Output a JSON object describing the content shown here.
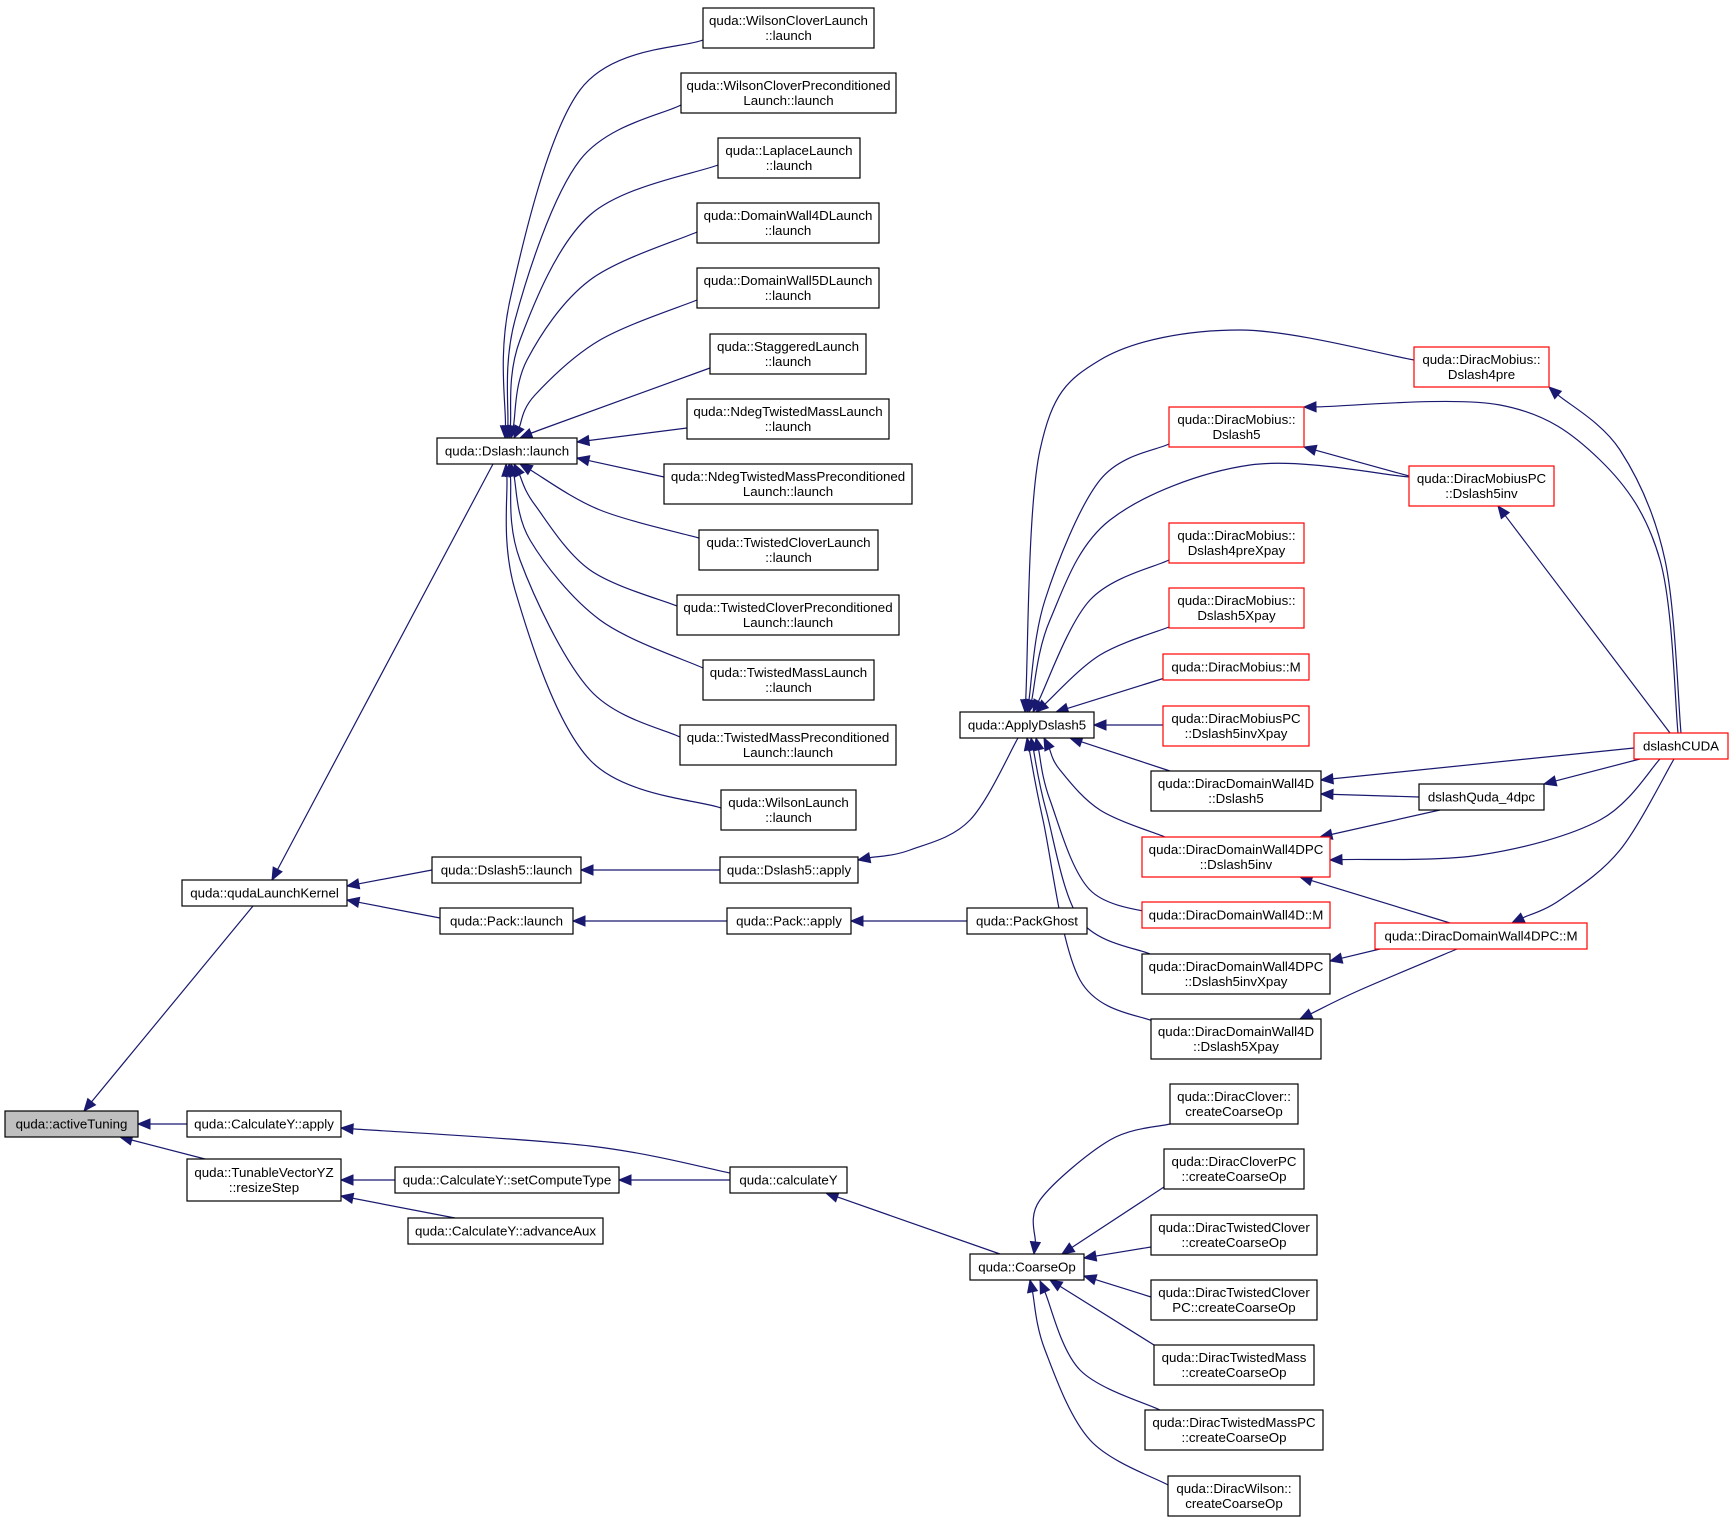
{
  "graph": {
    "colors": {
      "edge": "#191970",
      "node_border": "#000000",
      "truncated_border": "#ff0000",
      "selected_fill": "#bfbfbf",
      "background": "#ffffff"
    },
    "nodes": [
      {
        "id": "activeTuning",
        "lines": [
          "quda::activeTuning"
        ],
        "style": "selected"
      },
      {
        "id": "qudaLaunchKernel",
        "lines": [
          "quda::qudaLaunchKernel"
        ],
        "style": "normal"
      },
      {
        "id": "calcYapply",
        "lines": [
          "quda::CalculateY::apply"
        ],
        "style": "normal"
      },
      {
        "id": "resizeStep",
        "lines": [
          "quda::TunableVectorYZ",
          "::resizeStep"
        ],
        "style": "normal"
      },
      {
        "id": "dslashLaunch",
        "lines": [
          "quda::Dslash::launch"
        ],
        "style": "normal"
      },
      {
        "id": "dslash5Launch",
        "lines": [
          "quda::Dslash5::launch"
        ],
        "style": "normal"
      },
      {
        "id": "packLaunch",
        "lines": [
          "quda::Pack::launch"
        ],
        "style": "normal"
      },
      {
        "id": "setComputeType",
        "lines": [
          "quda::CalculateY::setComputeType"
        ],
        "style": "normal"
      },
      {
        "id": "advanceAux",
        "lines": [
          "quda::CalculateY::advanceAux"
        ],
        "style": "normal"
      },
      {
        "id": "wcLaunch",
        "lines": [
          "quda::WilsonCloverLaunch",
          "::launch"
        ],
        "style": "normal"
      },
      {
        "id": "wcpLaunch",
        "lines": [
          "quda::WilsonCloverPreconditioned",
          "Launch::launch"
        ],
        "style": "normal"
      },
      {
        "id": "lapLaunch",
        "lines": [
          "quda::LaplaceLaunch",
          "::launch"
        ],
        "style": "normal"
      },
      {
        "id": "dw4Launch",
        "lines": [
          "quda::DomainWall4DLaunch",
          "::launch"
        ],
        "style": "normal"
      },
      {
        "id": "dw5Launch",
        "lines": [
          "quda::DomainWall5DLaunch",
          "::launch"
        ],
        "style": "normal"
      },
      {
        "id": "stagLaunch",
        "lines": [
          "quda::StaggeredLaunch",
          "::launch"
        ],
        "style": "normal"
      },
      {
        "id": "ndegLaunch",
        "lines": [
          "quda::NdegTwistedMassLaunch",
          "::launch"
        ],
        "style": "normal"
      },
      {
        "id": "ndegpLaunch",
        "lines": [
          "quda::NdegTwistedMassPreconditioned",
          "Launch::launch"
        ],
        "style": "normal"
      },
      {
        "id": "tcLaunch",
        "lines": [
          "quda::TwistedCloverLaunch",
          "::launch"
        ],
        "style": "normal"
      },
      {
        "id": "tcpLaunch",
        "lines": [
          "quda::TwistedCloverPreconditioned",
          "Launch::launch"
        ],
        "style": "normal"
      },
      {
        "id": "tmLaunch",
        "lines": [
          "quda::TwistedMassLaunch",
          "::launch"
        ],
        "style": "normal"
      },
      {
        "id": "tmpLaunch",
        "lines": [
          "quda::TwistedMassPreconditioned",
          "Launch::launch"
        ],
        "style": "normal"
      },
      {
        "id": "wLaunch",
        "lines": [
          "quda::WilsonLaunch",
          "::launch"
        ],
        "style": "normal"
      },
      {
        "id": "dslash5apply",
        "lines": [
          "quda::Dslash5::apply"
        ],
        "style": "normal"
      },
      {
        "id": "packApply",
        "lines": [
          "quda::Pack::apply"
        ],
        "style": "normal"
      },
      {
        "id": "packGhost",
        "lines": [
          "quda::PackGhost"
        ],
        "style": "normal"
      },
      {
        "id": "calculateY",
        "lines": [
          "quda::calculateY"
        ],
        "style": "normal"
      },
      {
        "id": "applyDslash5",
        "lines": [
          "quda::ApplyDslash5"
        ],
        "style": "normal"
      },
      {
        "id": "coarseOp",
        "lines": [
          "quda::CoarseOp"
        ],
        "style": "normal"
      },
      {
        "id": "mobDslash5",
        "lines": [
          "quda::DiracMobius::",
          "Dslash5"
        ],
        "style": "truncated"
      },
      {
        "id": "mobDslash4preXpay",
        "lines": [
          "quda::DiracMobius::",
          "Dslash4preXpay"
        ],
        "style": "truncated"
      },
      {
        "id": "mobDslash5Xpay",
        "lines": [
          "quda::DiracMobius::",
          "Dslash5Xpay"
        ],
        "style": "truncated"
      },
      {
        "id": "mobM",
        "lines": [
          "quda::DiracMobius::M"
        ],
        "style": "truncated"
      },
      {
        "id": "mobpcDslash5invXpay",
        "lines": [
          "quda::DiracMobiusPC",
          "::Dslash5invXpay"
        ],
        "style": "truncated"
      },
      {
        "id": "dw4dDslash5",
        "lines": [
          "quda::DiracDomainWall4D",
          "::Dslash5"
        ],
        "style": "normal"
      },
      {
        "id": "dw4dpcDslash5inv",
        "lines": [
          "quda::DiracDomainWall4DPC",
          "::Dslash5inv"
        ],
        "style": "truncated"
      },
      {
        "id": "dw4dM",
        "lines": [
          "quda::DiracDomainWall4D::M"
        ],
        "style": "truncated"
      },
      {
        "id": "dw4dpcDslash5invXpay",
        "lines": [
          "quda::DiracDomainWall4DPC",
          "::Dslash5invXpay"
        ],
        "style": "normal"
      },
      {
        "id": "dw4dDslash5Xpay",
        "lines": [
          "quda::DiracDomainWall4D",
          "::Dslash5Xpay"
        ],
        "style": "normal"
      },
      {
        "id": "mobDslash4pre",
        "lines": [
          "quda::DiracMobius::",
          "Dslash4pre"
        ],
        "style": "truncated"
      },
      {
        "id": "mobpcDslash5inv",
        "lines": [
          "quda::DiracMobiusPC",
          "::Dslash5inv"
        ],
        "style": "truncated"
      },
      {
        "id": "dslashCUDA",
        "lines": [
          "dslashCUDA"
        ],
        "style": "truncated"
      },
      {
        "id": "dslashQuda4dpc",
        "lines": [
          "dslashQuda_4dpc"
        ],
        "style": "normal"
      },
      {
        "id": "dw4dpcM",
        "lines": [
          "quda::DiracDomainWall4DPC::M"
        ],
        "style": "truncated"
      },
      {
        "id": "cloverCreate",
        "lines": [
          "quda::DiracClover::",
          "createCoarseOp"
        ],
        "style": "normal"
      },
      {
        "id": "cloverPCCreate",
        "lines": [
          "quda::DiracCloverPC",
          "::createCoarseOp"
        ],
        "style": "normal"
      },
      {
        "id": "tcCreate",
        "lines": [
          "quda::DiracTwistedClover",
          "::createCoarseOp"
        ],
        "style": "normal"
      },
      {
        "id": "tcPCCreate",
        "lines": [
          "quda::DiracTwistedClover",
          "PC::createCoarseOp"
        ],
        "style": "normal"
      },
      {
        "id": "tmCreate",
        "lines": [
          "quda::DiracTwistedMass",
          "::createCoarseOp"
        ],
        "style": "normal"
      },
      {
        "id": "tmPCCreate",
        "lines": [
          "quda::DiracTwistedMassPC",
          "::createCoarseOp"
        ],
        "style": "normal"
      },
      {
        "id": "wilsonCreate",
        "lines": [
          "quda::DiracWilson::",
          "createCoarseOp"
        ],
        "style": "normal"
      }
    ],
    "edges": [
      [
        "qudaLaunchKernel",
        "activeTuning"
      ],
      [
        "calcYapply",
        "activeTuning"
      ],
      [
        "resizeStep",
        "activeTuning"
      ],
      [
        "dslashLaunch",
        "qudaLaunchKernel"
      ],
      [
        "dslash5Launch",
        "qudaLaunchKernel"
      ],
      [
        "packLaunch",
        "qudaLaunchKernel"
      ],
      [
        "calculateY",
        "calcYapply"
      ],
      [
        "setComputeType",
        "resizeStep"
      ],
      [
        "advanceAux",
        "resizeStep"
      ],
      [
        "wcLaunch",
        "dslashLaunch"
      ],
      [
        "wcpLaunch",
        "dslashLaunch"
      ],
      [
        "lapLaunch",
        "dslashLaunch"
      ],
      [
        "dw4Launch",
        "dslashLaunch"
      ],
      [
        "dw5Launch",
        "dslashLaunch"
      ],
      [
        "stagLaunch",
        "dslashLaunch"
      ],
      [
        "ndegLaunch",
        "dslashLaunch"
      ],
      [
        "ndegpLaunch",
        "dslashLaunch"
      ],
      [
        "tcLaunch",
        "dslashLaunch"
      ],
      [
        "tcpLaunch",
        "dslashLaunch"
      ],
      [
        "tmLaunch",
        "dslashLaunch"
      ],
      [
        "tmpLaunch",
        "dslashLaunch"
      ],
      [
        "wLaunch",
        "dslashLaunch"
      ],
      [
        "dslash5apply",
        "dslash5Launch"
      ],
      [
        "packApply",
        "packLaunch"
      ],
      [
        "packGhost",
        "packApply"
      ],
      [
        "calculateY",
        "setComputeType"
      ],
      [
        "applyDslash5",
        "dslash5apply"
      ],
      [
        "coarseOp",
        "calculateY"
      ],
      [
        "mobDslash4pre",
        "applyDslash5"
      ],
      [
        "mobDslash5",
        "applyDslash5"
      ],
      [
        "mobpcDslash5inv",
        "applyDslash5"
      ],
      [
        "mobDslash4preXpay",
        "applyDslash5"
      ],
      [
        "mobDslash5Xpay",
        "applyDslash5"
      ],
      [
        "mobM",
        "applyDslash5"
      ],
      [
        "mobpcDslash5invXpay",
        "applyDslash5"
      ],
      [
        "dw4dDslash5",
        "applyDslash5"
      ],
      [
        "dw4dpcDslash5inv",
        "applyDslash5"
      ],
      [
        "dw4dM",
        "applyDslash5"
      ],
      [
        "dw4dpcDslash5invXpay",
        "applyDslash5"
      ],
      [
        "dw4dDslash5Xpay",
        "applyDslash5"
      ],
      [
        "dslashCUDA",
        "mobDslash4pre"
      ],
      [
        "dslashCUDA",
        "mobDslash5"
      ],
      [
        "mobpcDslash5inv",
        "mobDslash5"
      ],
      [
        "dslashCUDA",
        "mobpcDslash5inv"
      ],
      [
        "dslashCUDA",
        "dw4dDslash5"
      ],
      [
        "dslashQuda4dpc",
        "dw4dDslash5"
      ],
      [
        "dslashCUDA",
        "dslashQuda4dpc"
      ],
      [
        "dslashQuda4dpc",
        "dw4dpcDslash5inv"
      ],
      [
        "dslashCUDA",
        "dw4dpcDslash5inv"
      ],
      [
        "dw4dpcM",
        "dw4dpcDslash5inv"
      ],
      [
        "dslashCUDA",
        "dw4dpcM"
      ],
      [
        "dw4dpcM",
        "dw4dpcDslash5invXpay"
      ],
      [
        "dw4dpcM",
        "dw4dDslash5Xpay"
      ],
      [
        "cloverCreate",
        "coarseOp"
      ],
      [
        "cloverPCCreate",
        "coarseOp"
      ],
      [
        "tcCreate",
        "coarseOp"
      ],
      [
        "tcPCCreate",
        "coarseOp"
      ],
      [
        "tmCreate",
        "coarseOp"
      ],
      [
        "tmPCCreate",
        "coarseOp"
      ],
      [
        "wilsonCreate",
        "coarseOp"
      ]
    ]
  }
}
